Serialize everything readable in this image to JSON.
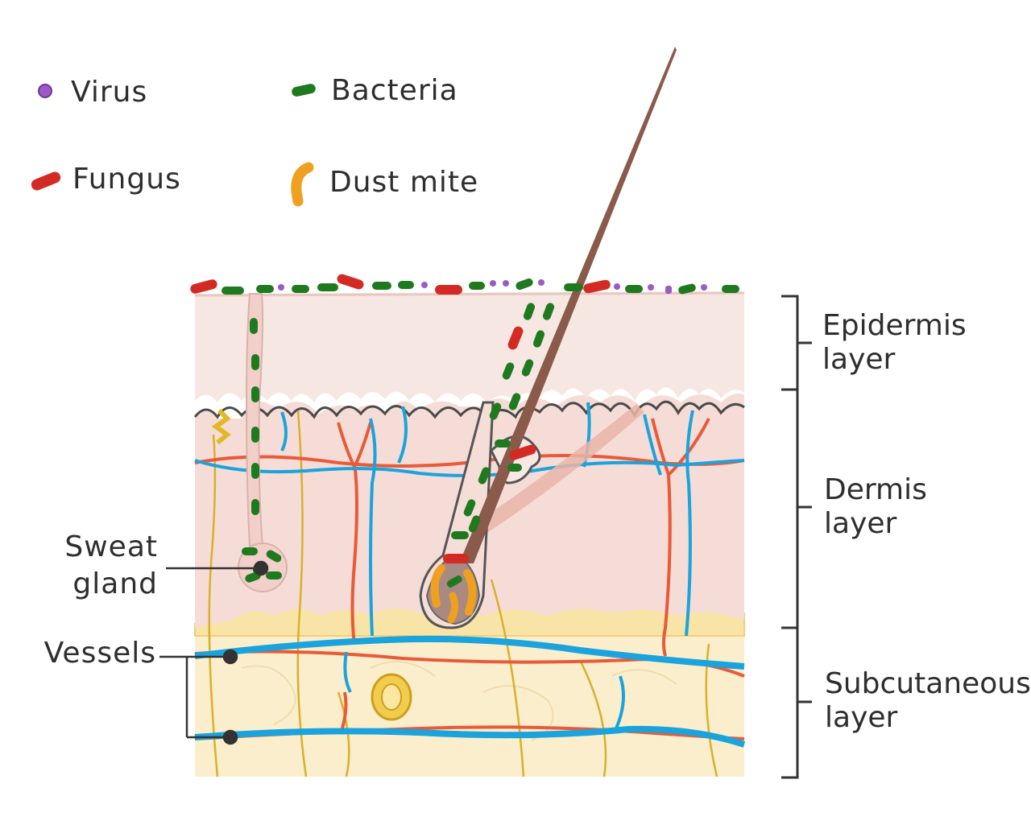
{
  "legend": {
    "virus": {
      "label": "Virus",
      "color": "#9b59c9"
    },
    "bacteria": {
      "label": "Bacteria",
      "color": "#1f7a1f"
    },
    "fungus": {
      "label": "Fungus",
      "color": "#d42a24"
    },
    "dust_mite": {
      "label": "Dust mite",
      "color": "#f0a020"
    }
  },
  "layers": {
    "epidermis": {
      "line1": "Epidermis",
      "line2": "layer"
    },
    "dermis": {
      "line1": "Dermis",
      "line2": "layer"
    },
    "subcutaneous": {
      "line1": "Subcutaneous",
      "line2": "layer"
    }
  },
  "callouts": {
    "sweat_gland": {
      "line1": "Sweat",
      "line2": "gland"
    },
    "vessels": "Vessels"
  },
  "colors": {
    "epidermis": "#f7e7e2",
    "dermis": "#f6dcd7",
    "subcutaneous": "#fbeecc",
    "artery": "#e85a38",
    "vein": "#1aa3dc",
    "hair": "#8a5a4a",
    "nerve": "#d8b02a"
  }
}
